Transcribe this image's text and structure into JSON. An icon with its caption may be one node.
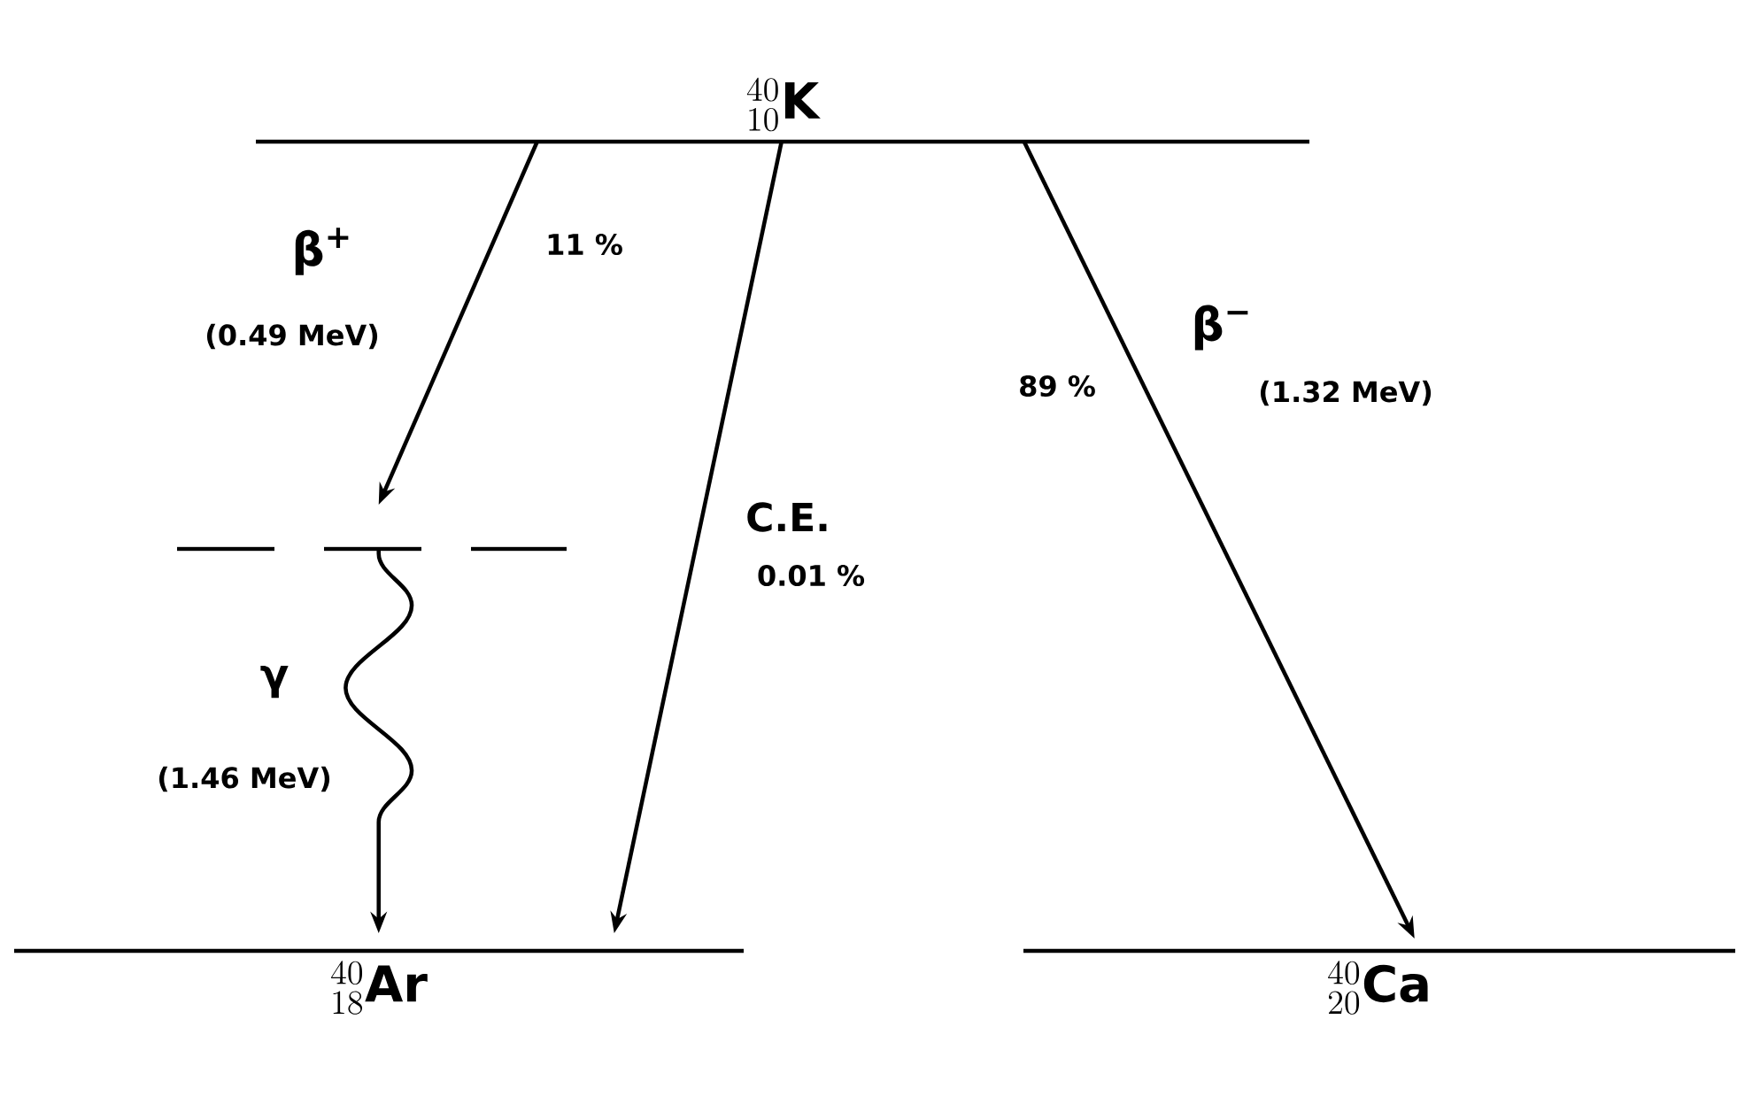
{
  "diagram": {
    "nodes": [
      {
        "text": [
          "{}^{40}_{10}\\mathbf{K}"
        ]
      },
      {
        "text": [],
        "shape": "bar"
      },
      {
        "text": [
          "{}^{40}_{18}\\mathbf{Ar}"
        ]
      },
      {
        "text": [
          "{}^{40}_{20}\\mathbf{Ca}"
        ]
      }
    ],
    "edges": [
      {
        "from": 0,
        "to": 1,
        "arrow": "to",
        "label": "11 %"
      },
      {
        "from": 0,
        "to": 2,
        "arrow": "to",
        "label": "C.E."
      },
      {
        "from": 0,
        "to": 3,
        "arrow": "to",
        "label": "89 %"
      },
      {
        "from": 1,
        "to": 2,
        "arrow": "to",
        "label": "γ"
      }
    ],
    "labels": [
      "β$^{+}$",
      "(0.49 MeV)",
      "0.01 %",
      "β$^{−}$",
      "(1.32 MeV)",
      "(1.46 MeV)"
    ]
  }
}
